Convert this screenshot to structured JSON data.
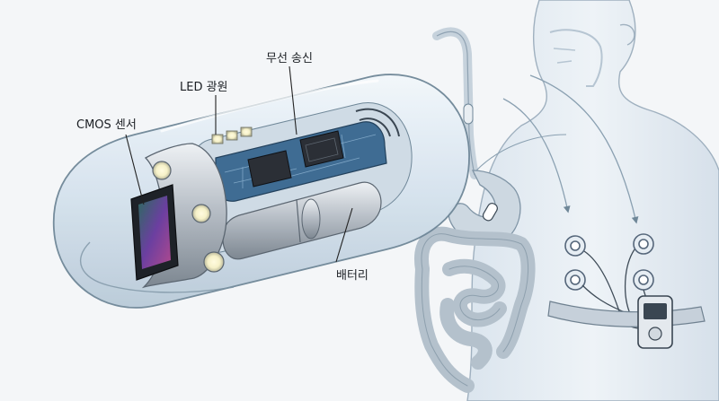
{
  "labels": {
    "cmos_sensor": "CMOS 센서",
    "led_light": "LED 광원",
    "wireless_tx": "무선 송신",
    "battery": "배터리"
  },
  "colors": {
    "background": "#f4f6f8",
    "capsule_shell": "#dbe7f1",
    "capsule_outline": "#6f8798",
    "pcb": "#3f6c93",
    "chip": "#2b2f36",
    "battery_metal": "#c9ced4",
    "led_glow": "#f6f1c8",
    "sensor_glass": "#6b3fa0",
    "body_fill": "#e3ebf2",
    "intestine": "#c9d3dc",
    "leader_line": "#222222"
  },
  "icons": [
    "capsule-endoscope",
    "human-torso",
    "digestive-tract",
    "wearable-recorder",
    "skin-electrode"
  ]
}
